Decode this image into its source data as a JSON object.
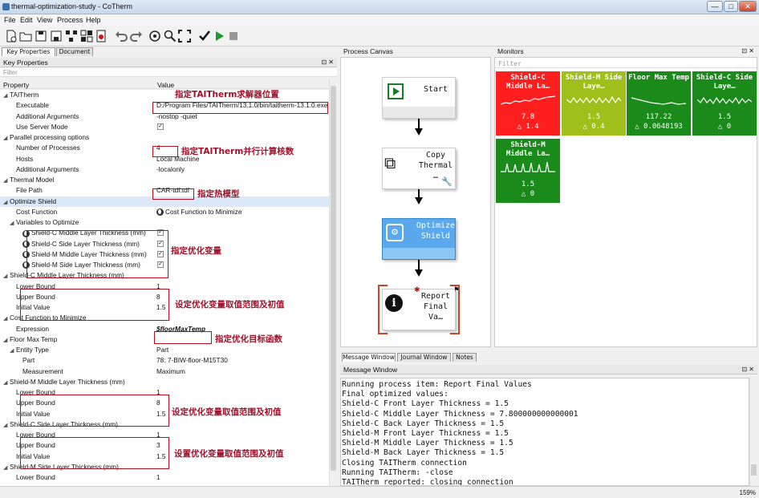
{
  "window": {
    "title": "thermal-optimization-study - CoTherm",
    "min": "—",
    "max": "□",
    "close": "✕"
  },
  "menu": [
    "File",
    "Edit",
    "View",
    "Process",
    "Help"
  ],
  "toolbar_icons": [
    "new-file-icon",
    "open-folder-icon",
    "save-icon",
    "save-as-icon",
    "network-icon",
    "grid-icon",
    "record-icon",
    "undo-icon",
    "redo-icon",
    "target-icon",
    "zoom-icon",
    "fit-icon",
    "check-icon",
    "run-icon",
    "stop-icon"
  ],
  "left_tabs": {
    "key_properties": "Key Properties",
    "document": "Document"
  },
  "left_panel": {
    "title": "Key Properties",
    "filter": "Filter",
    "col_property": "Property",
    "col_value": "Value",
    "hdr_icons": "⊡ ✕"
  },
  "props": [
    {
      "name": "TAITherm",
      "indent": 0,
      "tri": "◢",
      "section": true
    },
    {
      "name": "Executable",
      "indent": 2,
      "value": "D:/Program Files/TAITherm/13.1.0/bin/taitherm-13.1.0.exe"
    },
    {
      "name": "Additional Arguments",
      "indent": 2,
      "value": "-nostop -quiet"
    },
    {
      "name": "Use Server Mode",
      "indent": 2,
      "check": true
    },
    {
      "name": "Parallel processing options",
      "indent": 0,
      "tri": "◢",
      "section": true
    },
    {
      "name": "Number of Processes",
      "indent": 2,
      "value": "4"
    },
    {
      "name": "Hosts",
      "indent": 2,
      "value": "Local Machine"
    },
    {
      "name": "Additional Arguments",
      "indent": 2,
      "value": "-localonly"
    },
    {
      "name": "Thermal Model",
      "indent": 0,
      "tri": "◢",
      "section": true
    },
    {
      "name": "File Path",
      "indent": 2,
      "value": "CAR-tdf.tdf"
    },
    {
      "name": "Optimize Shield",
      "indent": 0,
      "tri": "◢",
      "section": true,
      "selected": true
    },
    {
      "name": "Cost Function",
      "indent": 2,
      "value": "Cost Function to Minimize",
      "globe_value": true
    },
    {
      "name": "Variables to Optimize",
      "indent": 1,
      "tri": "◢"
    },
    {
      "name": "Shield-C Middle Layer Thickness (mm)",
      "indent": 3,
      "globe": true,
      "check": true
    },
    {
      "name": "Shield-C Side Layer Thickness (mm)",
      "indent": 3,
      "globe": true,
      "check": true
    },
    {
      "name": "Shield-M Middle Layer Thickness (mm)",
      "indent": 3,
      "globe": true,
      "check": true
    },
    {
      "name": "Shield-M Side Layer Thickness (mm)",
      "indent": 3,
      "globe": true,
      "check": true
    },
    {
      "name": "Shield-C Middle Layer Thickness (mm)",
      "indent": 0,
      "tri": "◢",
      "section": true
    },
    {
      "name": "Lower Bound",
      "indent": 2,
      "value": "1"
    },
    {
      "name": "Upper Bound",
      "indent": 2,
      "value": "8"
    },
    {
      "name": "Initial Value",
      "indent": 2,
      "value": "1.5"
    },
    {
      "name": "Cost Function to Minimize",
      "indent": 0,
      "tri": "◢",
      "section": true
    },
    {
      "name": "Expression",
      "indent": 2,
      "value": "$floorMaxTemp",
      "italic": true
    },
    {
      "name": "Floor Max Temp",
      "indent": 0,
      "tri": "◢",
      "section": true
    },
    {
      "name": "Entity Type",
      "indent": 1,
      "tri": "◢",
      "value": "Part"
    },
    {
      "name": "Part",
      "indent": 3,
      "value": "78: 7-BIW-floor-M15T30"
    },
    {
      "name": "Measurement",
      "indent": 3,
      "value": "Maximum"
    },
    {
      "name": "Shield-M Middle Layer Thickness (mm)",
      "indent": 0,
      "tri": "◢",
      "section": true
    },
    {
      "name": "Lower Bound",
      "indent": 2,
      "value": "1"
    },
    {
      "name": "Upper Bound",
      "indent": 2,
      "value": "8"
    },
    {
      "name": "Initial Value",
      "indent": 2,
      "value": "1.5"
    },
    {
      "name": "Shield-C Side Layer Thickness (mm)",
      "indent": 0,
      "tri": "◢",
      "section": true
    },
    {
      "name": "Lower Bound",
      "indent": 2,
      "value": "1"
    },
    {
      "name": "Upper Bound",
      "indent": 2,
      "value": "3"
    },
    {
      "name": "Initial Value",
      "indent": 2,
      "value": "1.5"
    },
    {
      "name": "Shield-M Side Layer Thickness (mm)",
      "indent": 0,
      "tri": "◢",
      "section": true
    },
    {
      "name": "Lower Bound",
      "indent": 2,
      "value": "1"
    }
  ],
  "annotations": [
    "指定TAITherm求解器位置",
    "指定TAITherm并行计算核数",
    "指定热模型",
    "指定优化变量",
    "设定优化变量取值范围及初值",
    "指定优化目标函数",
    "设定优化变量取值范围及初值",
    "设置优化变量取值范围及初值"
  ],
  "canvas": {
    "title": "Process Canvas",
    "nodes": [
      {
        "label": "Start",
        "icon": "play-icon"
      },
      {
        "label": "Copy Thermal …",
        "icon": "copy-icon"
      },
      {
        "label": "Optimize Shield",
        "icon": "optimize-icon"
      },
      {
        "label": "Report Final Va…",
        "icon": "info-icon"
      }
    ]
  },
  "monitors": {
    "title": "Monitors",
    "filter": "Filter",
    "hdr_icons": "⊡ ✕",
    "tiles": [
      {
        "title": "Shield-C Middle La…",
        "value": "7.8",
        "delta": "△ 1.4",
        "color": "#ff1f1f"
      },
      {
        "title": "Shield-M Side Laye…",
        "value": "1.5",
        "delta": "△ 0.4",
        "color": "#9fbf1a"
      },
      {
        "title": "Floor Max Temp",
        "value": "117.22",
        "delta": "△ 0.0648193",
        "color": "#1a8a1a"
      },
      {
        "title": "Shield-C Side Laye…",
        "value": "1.5",
        "delta": "△ 0",
        "color": "#1a8a1a"
      },
      {
        "title": "Shield-M Middle La…",
        "value": "1.5",
        "delta": "△ 0",
        "color": "#1a8a1a"
      }
    ]
  },
  "bottom_tabs": {
    "message": "Message Window",
    "journal": "Journal Window",
    "notes": "Notes"
  },
  "message_window": {
    "title": "Message Window",
    "hdr_icons": "⊡ ✕",
    "lines": [
      "Running process item: Report Final Values",
      "Final optimized values:",
      "Shield-C Front Layer Thickness = 1.5",
      "Shield-C Middle Layer Thickness = 7.800000000000001",
      "Shield-C Back Layer Thickness = 1.5",
      "Shield-M Front Layer Thickness = 1.5",
      "Shield-M Middle Layer Thickness = 1.5",
      "Shield-M Back Layer Thickness = 1.5",
      "Closing TAITherm connection",
      "Running TAITherm: -close",
      "TAITherm reported: closing connection"
    ]
  },
  "status": {
    "zoom": "159%"
  }
}
